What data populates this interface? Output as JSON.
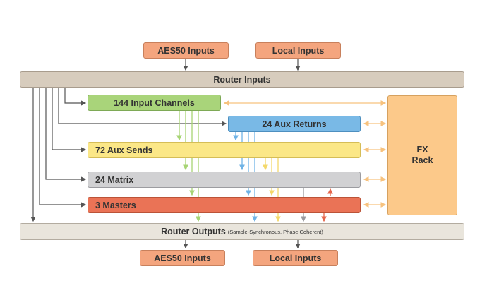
{
  "top_inputs": {
    "aes50": "AES50 Inputs",
    "local": "Local Inputs"
  },
  "router_inputs": {
    "label": "Router Inputs"
  },
  "blocks": {
    "input_channels": "144 Input Channels",
    "aux_returns": "24 Aux Returns",
    "aux_sends": "72 Aux Sends",
    "matrix": "24 Matrix",
    "masters": "3 Masters"
  },
  "fx_rack": {
    "line1": "FX",
    "line2": "Rack"
  },
  "router_outputs": {
    "label": "Router Outputs",
    "note": "(Sample-Synchronous, Phase Coherent)"
  },
  "bottom_outputs": {
    "aes50": "AES50 Inputs",
    "local": "Local Inputs"
  },
  "colors": {
    "wire_dark": "#555555",
    "wire_green": "#a7d474",
    "wire_blue": "#6fb3e6",
    "wire_yellow": "#f4d86a",
    "wire_grey": "#9a9a9e",
    "wire_red": "#e5664c",
    "wire_orange": "#f7c27e"
  }
}
